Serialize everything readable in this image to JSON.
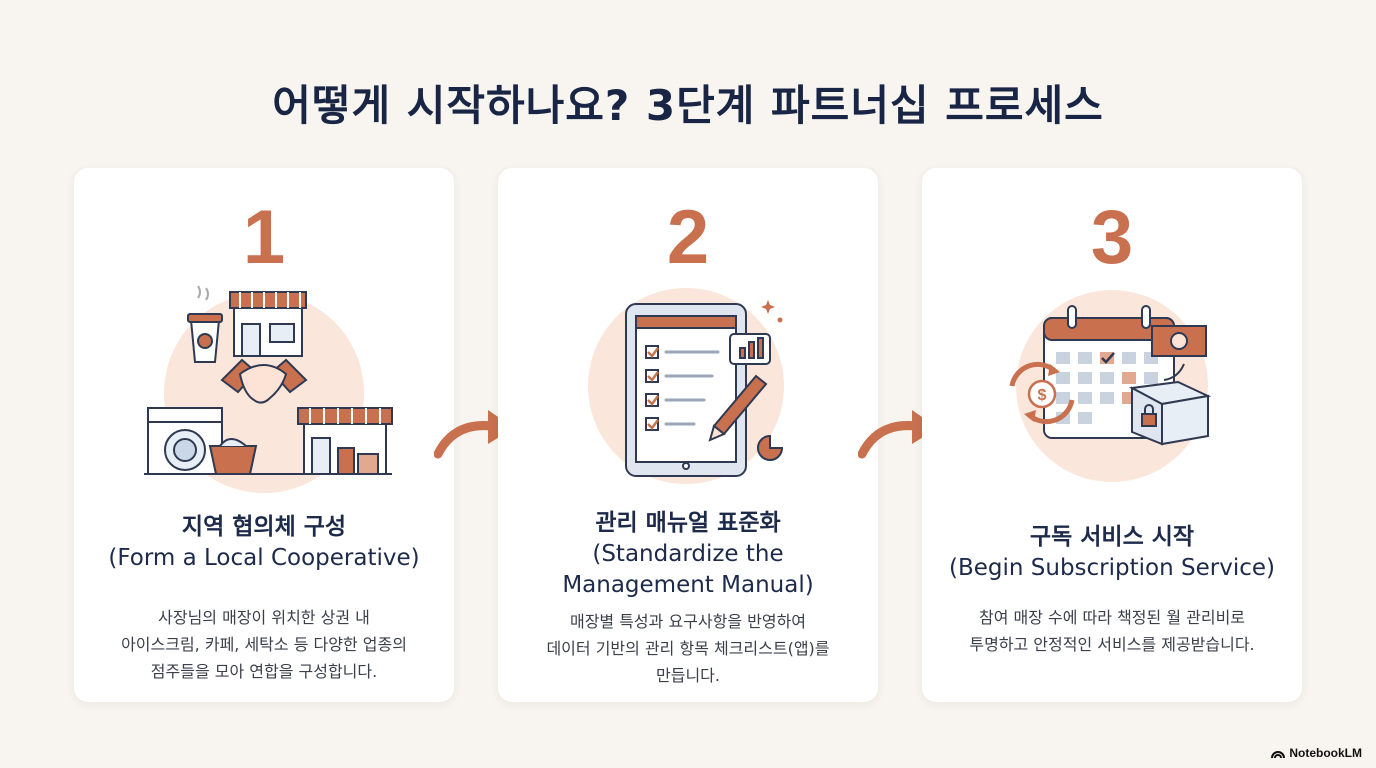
{
  "title": "어떻게 시작하나요? 3단계 파트너십 프로세스",
  "steps": [
    {
      "number": "1",
      "heading_ko": "지역 협의체 구성",
      "heading_en": "(Form a Local Cooperative)",
      "description": "사장님의 매장이 위치한 상권 내\n아이스크림, 카페, 세탁소 등 다양한 업종의\n점주들을 모아 연합을 구성합니다.",
      "icon": "storefront-handshake-icon"
    },
    {
      "number": "2",
      "heading_ko": "관리 매뉴얼 표준화",
      "heading_en": "(Standardize the\nManagement Manual)",
      "description": "매장별 특성과 요구사항을 반영하여\n데이터 기반의 관리 항목 체크리스트(앱)를\n만듭니다.",
      "icon": "tablet-checklist-icon"
    },
    {
      "number": "3",
      "heading_ko": "구독 서비스 시작",
      "heading_en": "(Begin Subscription Service)",
      "description": "참여 매장 수에 따라 책정된 월 관리비로\n투명하고 안정적인 서비스를 제공받습니다.",
      "icon": "calendar-subscription-icon"
    }
  ],
  "brand": "NotebookLM",
  "colors": {
    "accent": "#c9704f",
    "navy": "#1d2a4a",
    "background": "#f8f5f0",
    "blush": "#fbe6dc"
  }
}
